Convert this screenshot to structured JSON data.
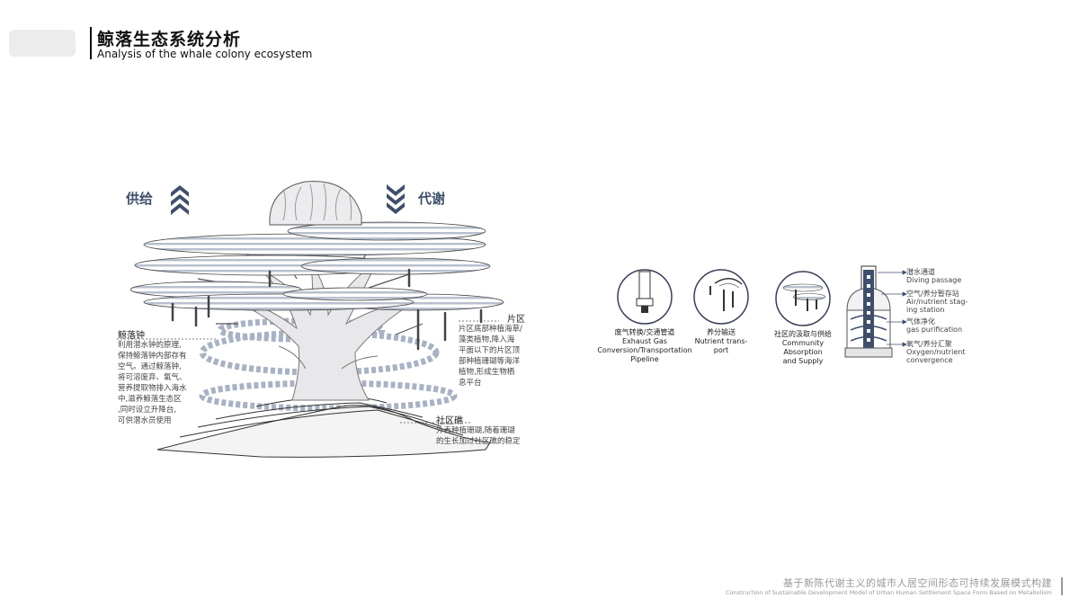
{
  "header": {
    "title": "鲸落生态系统分析",
    "subtitle": "Analysis of the whale colony ecosystem"
  },
  "diagram": {
    "supply_label": "供给",
    "metabolism_label": "代谢",
    "annotations": {
      "bell": {
        "title": "鲸落钟",
        "lines": [
          "利用潜水钟的原理,",
          "保持鲸落钟内部存有",
          "空气。通过鲸落钟,",
          "将可溶废弃、氧气、",
          "营养提取物排入海水",
          "中,滋养鲸落生态区",
          ",同时设立升降台,",
          "可供潜水员使用"
        ]
      },
      "district": {
        "title": "片区",
        "lines": [
          "片区底部种植海草/",
          "藻类植物,降入海",
          "平面以下的片区顶",
          "部种植珊瑚等海洋",
          "植物,形成生物栖",
          "息平台"
        ]
      },
      "reef": {
        "title": "社区礁",
        "lines": [
          "外表种植珊瑚,随着珊瑚",
          "的生长加过社区礁的稳定"
        ]
      }
    }
  },
  "legend": {
    "items": [
      {
        "cn": "废气转换/交通管道",
        "en": [
          "Exhaust Gas",
          "Conversion/Transportation",
          "Pipeline"
        ]
      },
      {
        "cn": "养分输送",
        "en": [
          "Nutrient trans-",
          "port"
        ]
      },
      {
        "cn": "社区的汲取与供给",
        "en": [
          "Community",
          "Absorption",
          "and Supply"
        ]
      }
    ]
  },
  "tower": {
    "labels": [
      {
        "cn": "潜水通道",
        "en": [
          "Diving passage"
        ]
      },
      {
        "cn": "空气/养分暂存站",
        "en": [
          "Air/nutrient stag-",
          "ing station"
        ]
      },
      {
        "cn": "气体净化",
        "en": [
          "gas purification"
        ]
      },
      {
        "cn": "氧气/养分汇聚",
        "en": [
          "Oxygen/nutrient",
          "convergence"
        ]
      }
    ]
  },
  "footer": {
    "cn": "基于新陈代谢主义的城市人居空间形态可持续发展模式构建",
    "en": "Construction of Sustainable Development Model of Urban Human Settlement Space Form Based on Metabolism"
  },
  "colors": {
    "accent": "#3f4f6a",
    "stripe": "#b4bccb",
    "line": "#333333"
  }
}
